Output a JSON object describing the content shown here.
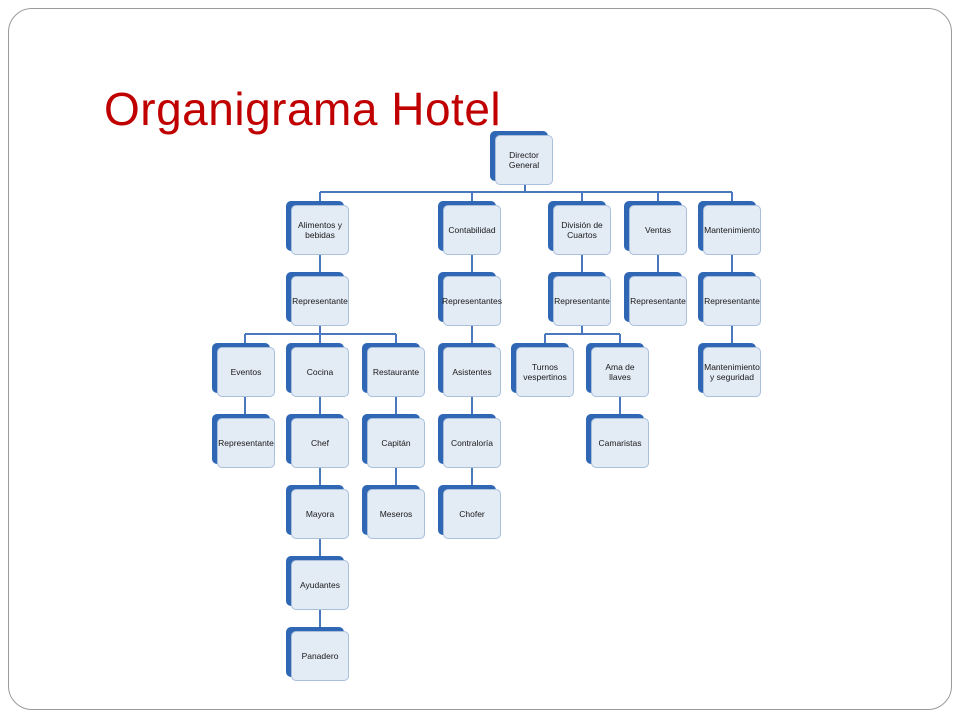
{
  "slide": {
    "title": "Organigrama Hotel"
  },
  "org": {
    "colors": {
      "node_back": "#2f67b5",
      "node_face": "#e3ebf5",
      "connector": "#4a78bf",
      "title": "#c00000"
    },
    "nodes": {
      "director": "Director General",
      "alimentos": "Alimentos y bebidas",
      "contabilidad": "Contabilidad",
      "division": "División de Cuartos",
      "ventas": "Ventas",
      "mantenimiento": "Mantenimiento",
      "rep_alimentos": "Representante",
      "rep_contabilidad": "Representantes",
      "rep_division": "Representante",
      "rep_ventas": "Representante",
      "rep_mantenimiento": "Representante",
      "eventos": "Eventos",
      "cocina": "Cocina",
      "restaurante": "Restaurante",
      "asistentes": "Asistentes",
      "turnos": "Turnos vespertinos",
      "ama_llaves": "Ama de llaves",
      "mant_seguridad": "Mantenimiento y seguridad",
      "rep_eventos": "Representante",
      "chef": "Chef",
      "capitan": "Capitán",
      "contraloria": "Contraloría",
      "camaristas": "Camaristas",
      "mayora": "Mayora",
      "meseros": "Meseros",
      "chofer": "Chofer",
      "ayudantes": "Ayudantes",
      "panadero": "Panadero"
    }
  }
}
